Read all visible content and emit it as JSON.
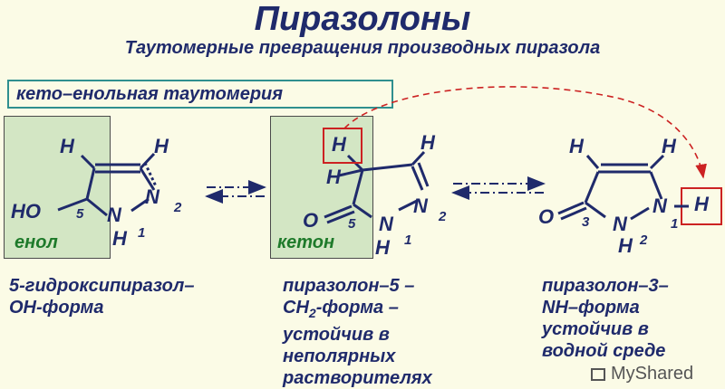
{
  "header": {
    "title": "Пиразолоны",
    "subtitle": "Таутомерные превращения производных пиразола"
  },
  "keto_label": "кето–енольная таутомерия",
  "structures": {
    "enol": {
      "tag": "енол",
      "line1": "5-гидроксипиразол–",
      "line2": "ОН-форма"
    },
    "keton": {
      "tag": "кетон",
      "line1": "пиразолон–5 –",
      "line2a": "СН",
      "line2sub": "2",
      "line2b": "-форма –",
      "line3": "устойчив в",
      "line4": "неполярных",
      "line5": "растворителях"
    },
    "nh": {
      "line1": "пиразолон–3–",
      "line2": "NH–форма",
      "line3": "устойчив в",
      "line4": "водной среде"
    }
  },
  "atoms": {
    "H": "H",
    "N": "N",
    "HO": "HO",
    "O": "O",
    "NH_minus_H": "–H"
  },
  "numbers": {
    "n1": "1",
    "n2": "2",
    "n3": "3",
    "n5": "5"
  },
  "footer": {
    "logo": "MyShared"
  },
  "colors": {
    "title": "#1f2a6b",
    "tag": "#1e7a2a",
    "highlight": "#cc2222",
    "panel": "#d3e6c4"
  }
}
